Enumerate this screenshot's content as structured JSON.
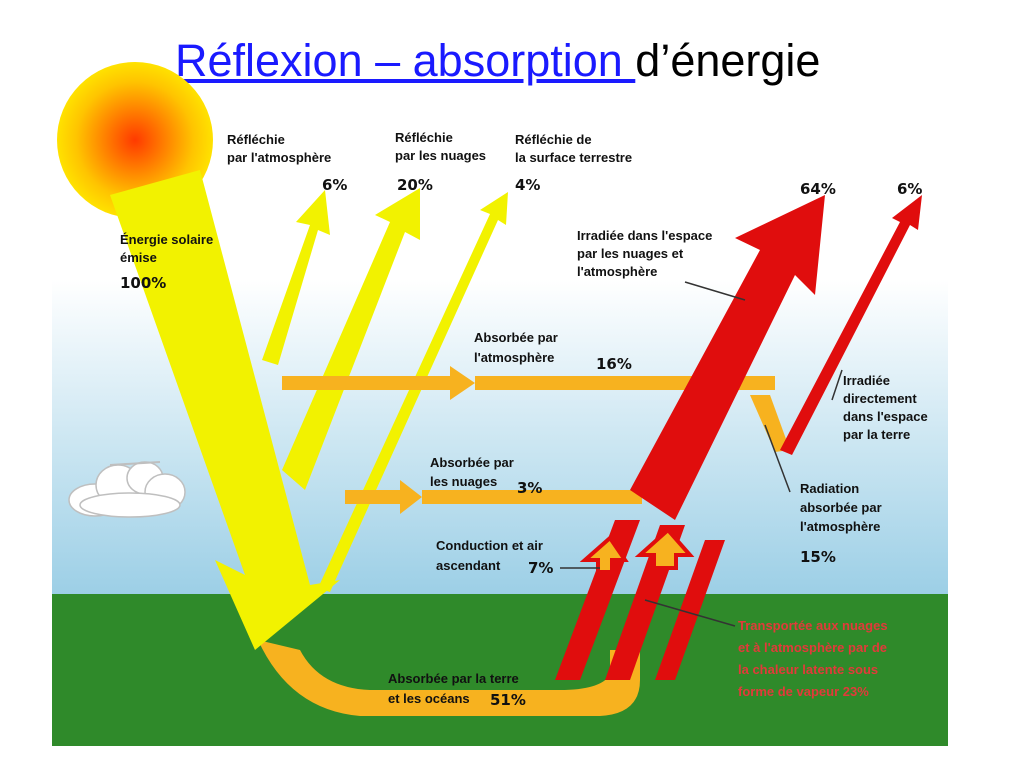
{
  "title": {
    "link_text": "Réflexion – absorption ",
    "rest_text": "d’énergie"
  },
  "colors": {
    "solar": "#f2f200",
    "absorbed": "#f7b21f",
    "infrared": "#e00d0d",
    "sky_top": "#ffffff",
    "sky_bottom": "#9ccfe6",
    "ground": "#2f8a2a"
  },
  "labels": {
    "solar_emitted": {
      "line1": "Énergie solaire",
      "line2": "émise",
      "pct": "100%"
    },
    "reflected_atmosphere": {
      "line1": "Réfléchie",
      "line2": "par l'atmosphère",
      "pct": "6%"
    },
    "reflected_clouds": {
      "line1": "Réfléchie",
      "line2": "par les nuages",
      "pct": "20%"
    },
    "reflected_surface": {
      "line1": "Réfléchie de",
      "line2": "la surface terrestre",
      "pct": "4%"
    },
    "absorbed_atmosphere": {
      "line1": "Absorbée par",
      "line2": "l'atmosphère",
      "pct": "16%"
    },
    "absorbed_clouds": {
      "line1": "Absorbée par",
      "line2": "les nuages",
      "pct": "3%"
    },
    "absorbed_earth": {
      "line1": "Absorbée par la terre",
      "line2": "et les océans",
      "pct": "51%"
    },
    "conduction": {
      "line1": "Conduction et air",
      "line2": "ascendant",
      "pct": "7%"
    },
    "radiated_space_clouds": {
      "line1": "Irradiée dans l'espace",
      "line2": "par les nuages et",
      "line3": "l'atmosphère"
    },
    "radiated_direct": {
      "line1": "Irradiée",
      "line2": "directement",
      "line3": "dans l'espace",
      "line4": "par la terre"
    },
    "radiation_absorbed": {
      "line1": "Radiation",
      "line2": "absorbée par",
      "line3": "l'atmosphère",
      "pct": "15%"
    },
    "latent_heat": {
      "line1": "Transportée aux nuages",
      "line2": "et à l'atmosphère par de",
      "line3": "la chaleur latente sous",
      "line4": "forme de vapeur  23%"
    },
    "out_64": "64%",
    "out_6": "6%"
  },
  "icons": {
    "sun": "sun-icon",
    "cloud": "cloud-icon"
  }
}
